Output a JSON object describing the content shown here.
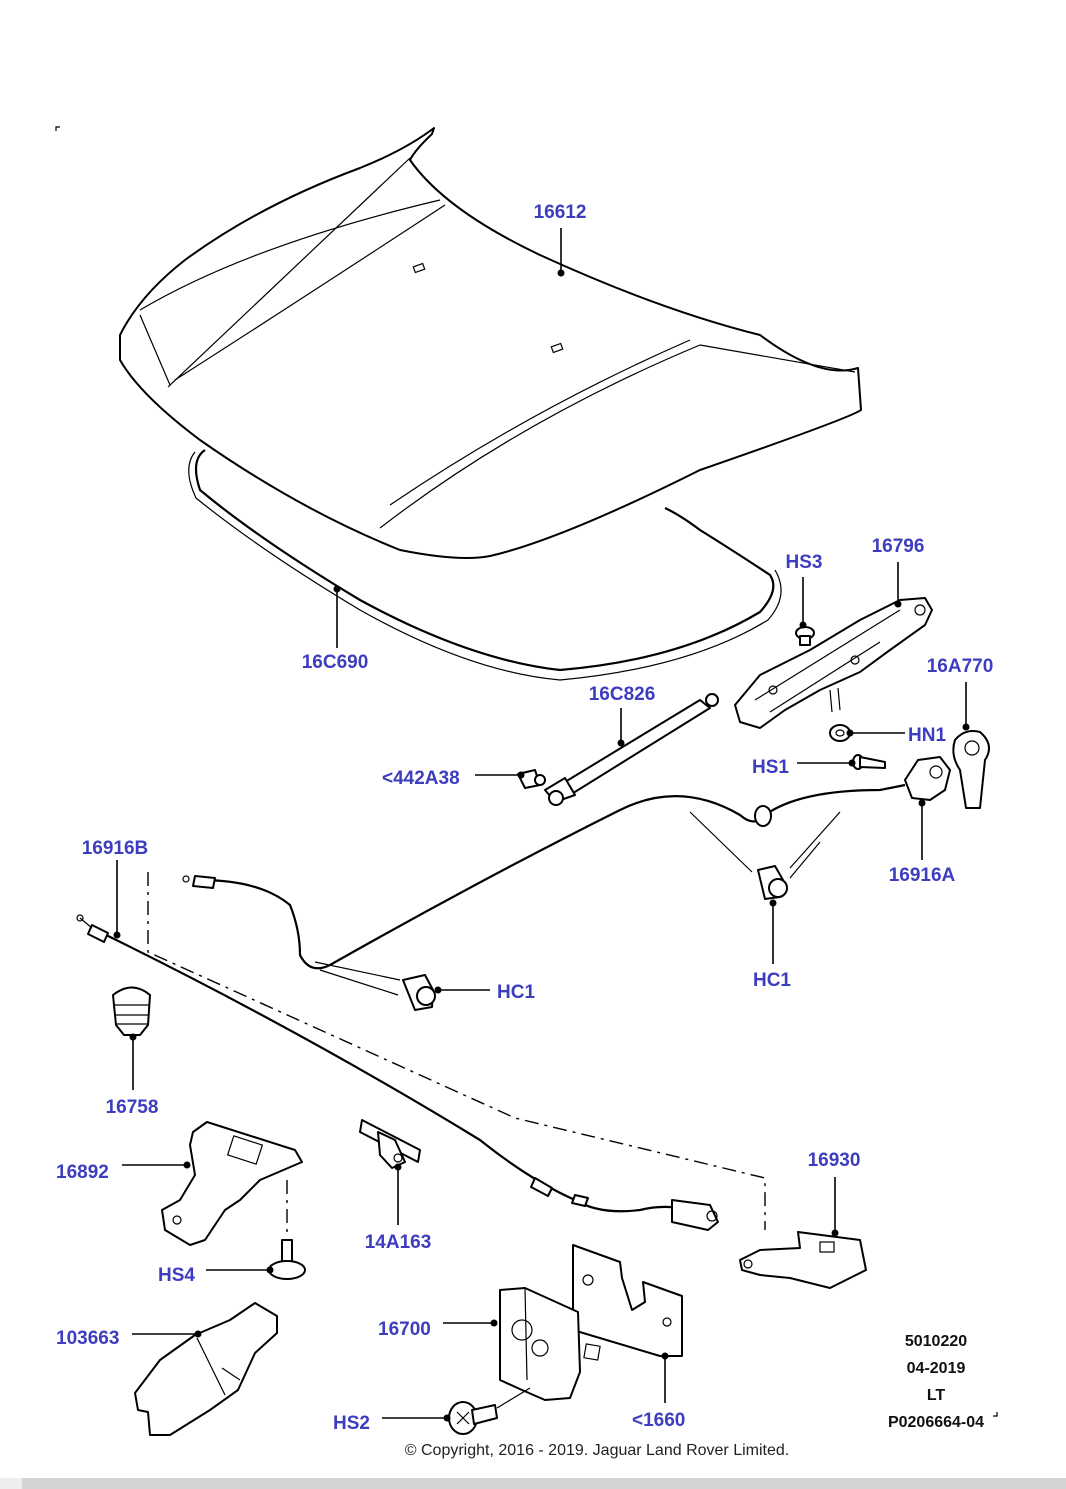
{
  "labels": {
    "hood": "16612",
    "hood_seal": "16C690",
    "hinge": "16796",
    "hinge_screw": "HS3",
    "release_handle": "16A770",
    "hinge_nut": "HN1",
    "handle_screw": "HS1",
    "gas_strut": "16C826",
    "strut_ball_stud": "<442A38",
    "cable_b": "16916B",
    "cable_a": "16916A",
    "clip_left": "HC1",
    "clip_right": "HC1",
    "bump_stop": "16758",
    "safety_catch": "16892",
    "clip_14a": "14A163",
    "guide_bracket": "16930",
    "screw_hs4": "HS4",
    "latch": "16700",
    "latch_plate": "<1660",
    "bracket_103": "103663",
    "screw_hs2": "HS2"
  },
  "info": {
    "ref": "5010220",
    "date": "04-2019",
    "lang": "LT",
    "drawing": "P0206664-04"
  },
  "copyright": "© Copyright, 2016 - 2019. Jaguar Land Rover Limited."
}
